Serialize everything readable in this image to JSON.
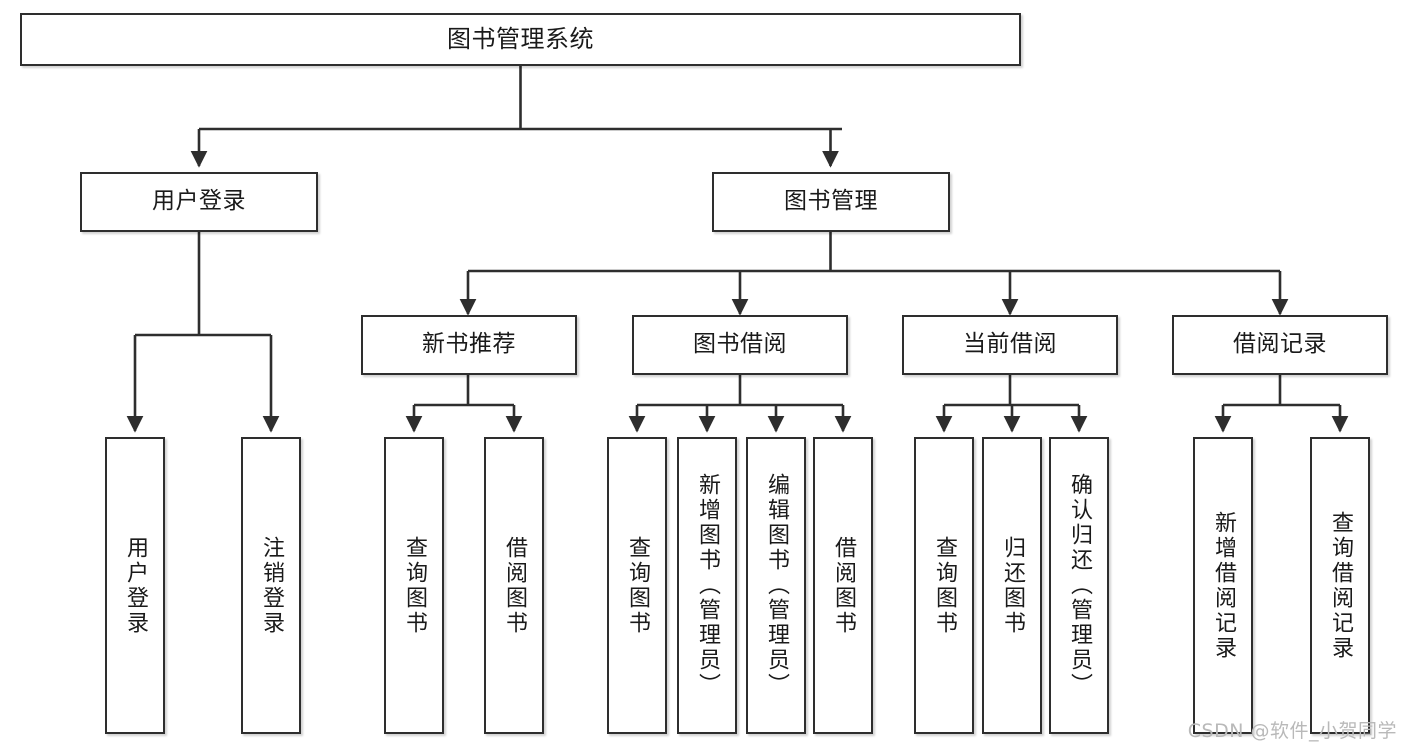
{
  "diagram": {
    "type": "tree-hierarchy",
    "title": "图书管理系统",
    "watermark": "CSDN @软件_小贺同学",
    "colors": {
      "box_border": "#2e2e2e",
      "box_fill": "#ffffff",
      "edge": "#2e2e2e",
      "text": "#1a1a1a",
      "watermark": "#b9b9b9",
      "background": "#ffffff"
    },
    "nodes": {
      "root": {
        "label": "图书管理系统"
      },
      "level2": [
        {
          "label": "用户登录"
        },
        {
          "label": "图书管理"
        }
      ],
      "level3": [
        {
          "label": "新书推荐"
        },
        {
          "label": "图书借阅"
        },
        {
          "label": "当前借阅"
        },
        {
          "label": "借阅记录"
        }
      ],
      "leaves": {
        "user_login": [
          {
            "label": "用户登录"
          },
          {
            "label": "注销登录"
          }
        ],
        "new_book": [
          {
            "label": "查询图书"
          },
          {
            "label": "借阅图书"
          }
        ],
        "book_borrow": [
          {
            "label": "查询图书"
          },
          {
            "label": "新增图书（管理员）"
          },
          {
            "label": "编辑图书（管理员）"
          },
          {
            "label": "借阅图书"
          }
        ],
        "current_borrow": [
          {
            "label": "查询图书"
          },
          {
            "label": "归还图书"
          },
          {
            "label": "确认归还（管理员）"
          }
        ],
        "borrow_record": [
          {
            "label": "新增借阅记录"
          },
          {
            "label": "查询借阅记录"
          }
        ]
      }
    }
  }
}
